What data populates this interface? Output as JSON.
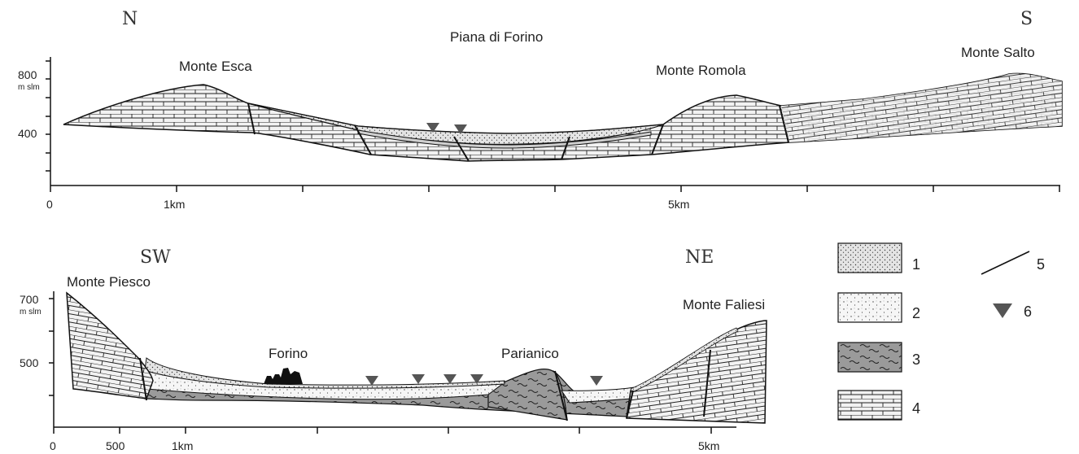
{
  "upper_section": {
    "compass_left": "N",
    "compass_right": "S",
    "places": {
      "piana": "Piana di Forino",
      "esca": "Monte Esca",
      "romola": "Monte Romola",
      "salto": "Monte Salto"
    },
    "y_axis": {
      "top": "800",
      "unit": "m slm",
      "mid": "400"
    },
    "x_axis": {
      "zero": "0",
      "one": "1km",
      "five": "5km"
    }
  },
  "lower_section": {
    "compass_left": "SW",
    "compass_right": "NE",
    "places": {
      "piesco": "Monte Piesco",
      "faliesi": "Monte Faliesi",
      "forino": "Forino",
      "parianico": "Parianico"
    },
    "y_axis": {
      "top": "700",
      "unit": "m slm",
      "mid": "500"
    },
    "x_axis": {
      "zero": "0",
      "five_hundred": "500",
      "one": "1km",
      "five": "5km"
    }
  },
  "legend": [
    {
      "num": "1",
      "pattern": "fine-dots"
    },
    {
      "num": "2",
      "pattern": "sparse-dots"
    },
    {
      "num": "3",
      "pattern": "wavy-grey"
    },
    {
      "num": "4",
      "pattern": "brick"
    },
    {
      "num": "5",
      "pattern": "line"
    },
    {
      "num": "6",
      "pattern": "triangle"
    }
  ],
  "colors": {
    "ink": "#111111",
    "grey_fill": "#9a9a9a",
    "light_fill": "#e4e4e4"
  }
}
